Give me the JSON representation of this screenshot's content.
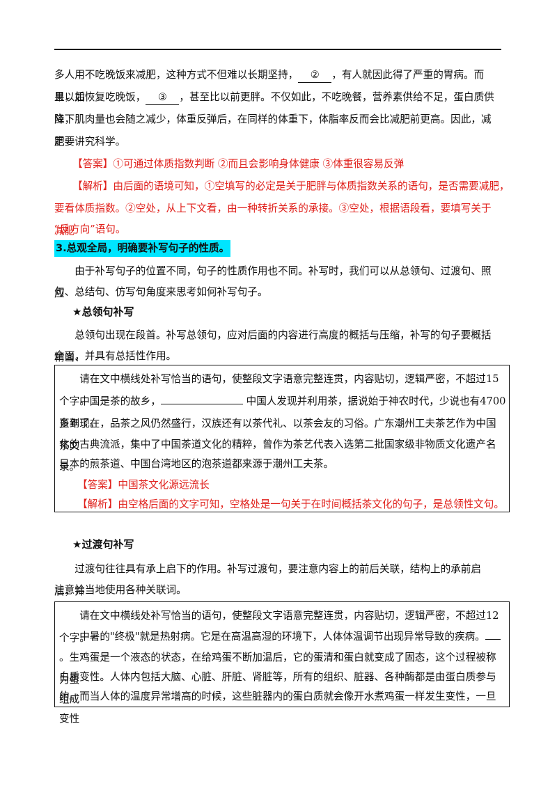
{
  "para1": {
    "line1_a": "多人用不吃晚饭来减肥，这种方式不但难以长期坚持，",
    "blank2": "②",
    "line1_b": "，有人就因此得了严重的胃病。而且，如",
    "line2_a": "果以后恢复吃晚饭，",
    "blank3": "③",
    "line2_b": "，甚至比以前更胖。不仅如此，不吃晚餐，营养素供给不足，蛋白质供应下",
    "line3": "降，肌肉量也会随之减少，体重反弹后，在同样的体重下，体脂率反而会比减肥前更高。因此，减肥一",
    "line4": "定要讲究科学。"
  },
  "answer1": "【答案】①可通过体质指数判断 ②而且会影响身体健康 ③体重很容易反弹",
  "analysis1": {
    "line1": "【解析】由后面的语境可知，①空填写的必定是关于肥胖与体质指数关系的语句，是否需要减肥，",
    "line2": "要看体质指数。②空处，从上下文看，由一种转折关系的承接。③空处，根据语段看，要填写关于减肥",
    "line3": "“反方向”语句。"
  },
  "section3_heading": "3.总观全局，明确要补写句子的性质。",
  "section3_intro": {
    "line1": "由于补写句子的位置不同，句子的性质作用也不同。补写时，我们可以从总领句、过渡句、照应",
    "line2": "句、总结句、仿写句角度来思考如何补写句子。"
  },
  "star1": "★总领句补写",
  "star1_intro": {
    "line1": "总领句出现在段首。补写总领句，应对后面的内容进行高度的概括与压缩，补写的句子要概括精当、",
    "line2": "全面，并具有总括性作用。"
  },
  "box1": {
    "question": "请在文中横线处补写恰当的语句，使整段文字语意完整连贯，内容贴切，逻辑严密，不超过15个字。",
    "line1_a": "中国是茶的故乡，",
    "line1_b": "中国人发现并利用茶，据说始于神农时代，少说也有4700多年了。",
    "line2": "直到现在，品茶之风仍然盛行，汉族还有以茶代礼、以茶会友的习俗。广东潮州工夫茶艺作为中国茶文",
    "line3": "化的古典流派，集中了中国茶道文化的精粹，曾作为茶艺代表入选第二批国家级非物质文化遗产名录。",
    "line4": "日本的煎茶道、中国台湾地区的泡茶道都来源于潮州工夫茶。",
    "answer": "【答案】中国茶文化源远流长",
    "analysis": "【解析】由空格后面的文字可知，空格处是一句关于在时间概括茶文化的句子，是总领性文句。"
  },
  "star2": "★过渡句补写",
  "star2_intro": {
    "line1": "过渡句往往具有承上启下的作用。补写过渡句，要注意内容上的前后关联，结构上的承前启后，并",
    "line2": "注意恰当地使用各种关联词。"
  },
  "box2": {
    "question": "请在文中横线处补写恰当的语句，使整段文字语意完整连贯，内容贴切，逻辑严密，不超过12个字。",
    "line1": "中暑的\"终极\"就是热射病。它是在高温高湿的环境下，人体体温调节出现异常导致的疾病。",
    "line2": "。生鸡蛋是一个液态的状态，在给鸡蛋不断加温后，它的蛋清和蛋白就变成了固态，这个过程被称为蛋",
    "line3": "白质变性。人体内包括大脑、心脏、肝脏、肾脏等，所有的组织、脏器、各种酶都是由蛋白质参与组成",
    "line4": "的。而当人体的温度异常增高的时候，这些脏器内的蛋白质就会像开水煮鸡蛋一样发生变性，一旦变性"
  }
}
